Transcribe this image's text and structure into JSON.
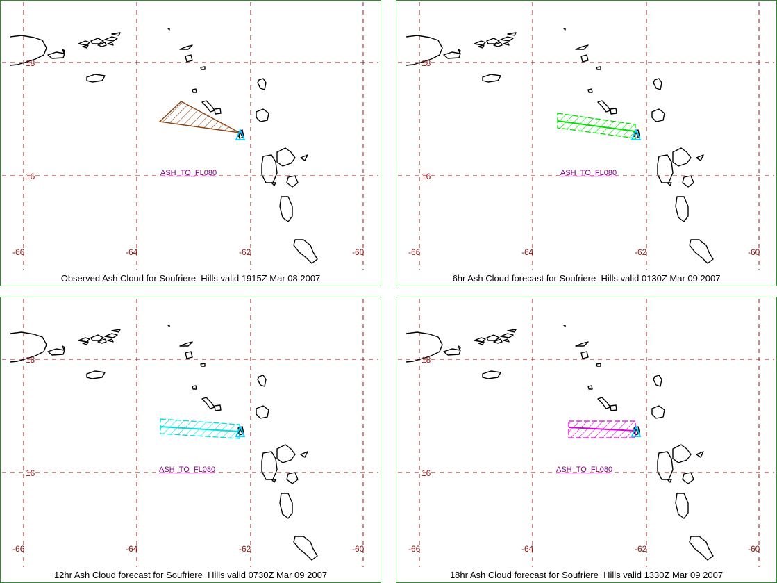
{
  "panels": [
    {
      "caption": "Observed Ash Cloud for Soufriere  Hills valid 1915Z Mar 08 2007",
      "cloud_color": "#8b4513",
      "cloud_shape": "wedge",
      "label": "ASH_TO_FL080"
    },
    {
      "caption": "6hr Ash Cloud forecast for Soufriere  Hills valid 0130Z Mar 09 2007",
      "cloud_color": "#00e000",
      "cloud_shape": "band",
      "label": "ASH_TO_FL080"
    },
    {
      "caption": "12hr Ash Cloud forecast for Soufriere  Hills valid 0730Z Mar 09 2007",
      "cloud_color": "#00e0e0",
      "cloud_shape": "band",
      "label": "ASH_TO_FL080"
    },
    {
      "caption": "18hr Ash Cloud forecast for Soufriere  Hills valid 1330Z Mar 09 2007",
      "cloud_color": "#e000e0",
      "cloud_shape": "band",
      "label": "ASH_TO_FL080"
    }
  ],
  "grid": {
    "lon_labels": [
      "-66",
      "-64",
      "-62",
      "-60"
    ],
    "lat_labels": [
      "18",
      "16"
    ],
    "line_color": "#8b1a1a"
  },
  "volcano": {
    "name": "Soufriere Hills",
    "marker_color": "#00c8ff",
    "icon": "volcano-triangle-icon"
  }
}
